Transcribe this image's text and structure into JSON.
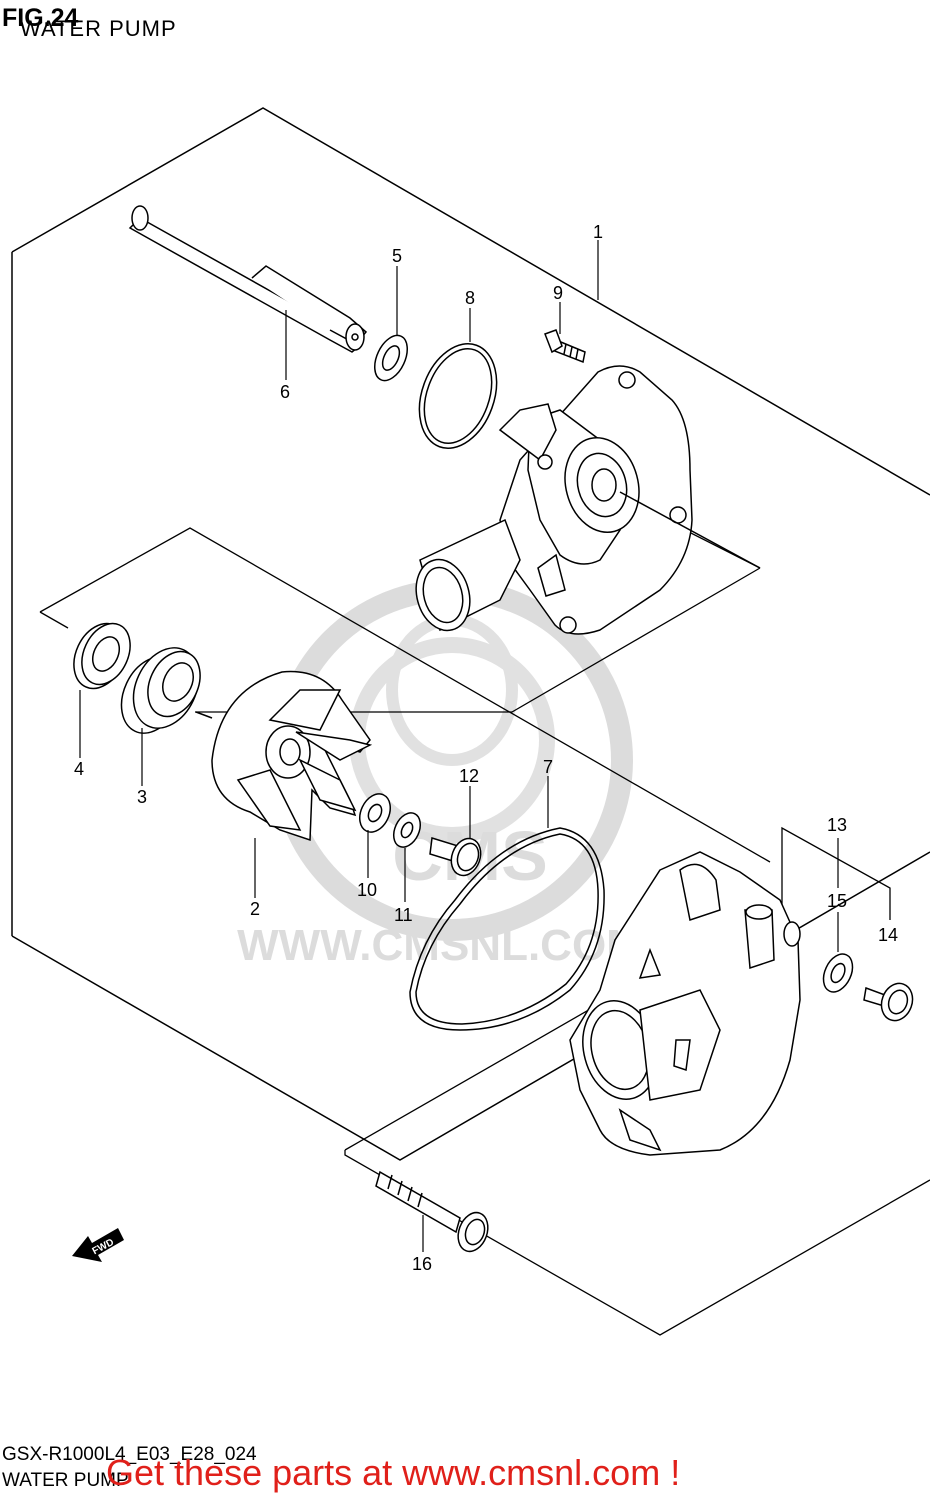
{
  "header": {
    "figure_number": "FIG.24",
    "title": "WATER PUMP"
  },
  "callouts": [
    "1",
    "2",
    "3",
    "4",
    "5",
    "6",
    "7",
    "8",
    "9",
    "10",
    "11",
    "12",
    "13",
    "14",
    "15",
    "16"
  ],
  "fwd_label": "FWD",
  "watermark": {
    "logo_text": "CMS",
    "url_text": "WWW.CMSNL.COM"
  },
  "footer": {
    "model_code": "GSX-R1000L4_E03_E28_024",
    "subtitle": "WATER PUMP",
    "promo_text": "Get these parts at www.cmsnl.com !",
    "promo_color": "#e0201a"
  }
}
